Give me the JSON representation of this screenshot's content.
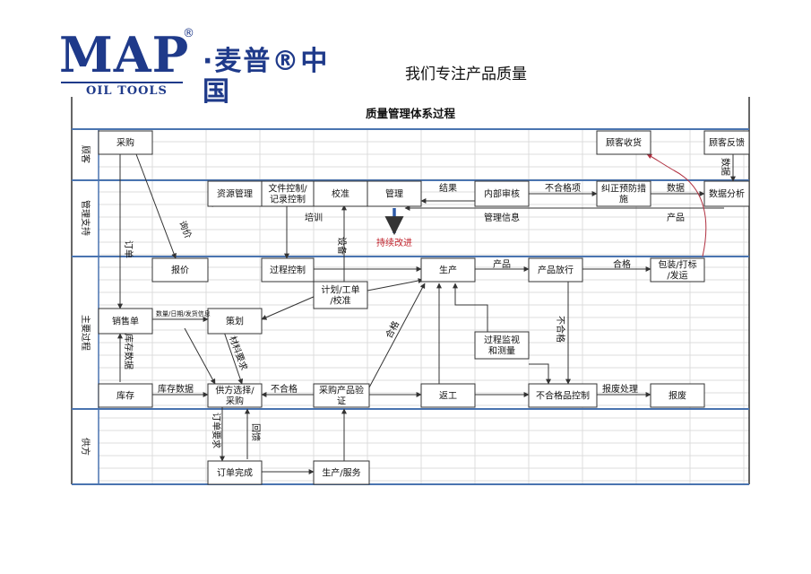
{
  "header": {
    "logo_text": "MAP",
    "logo_registered": "®",
    "logo_subtitle": "OIL TOOLS",
    "logo_chinese": "·麦普®中国",
    "slogan": "我们专注产品质量"
  },
  "diagram": {
    "title": "质量管理体系过程",
    "lanes": [
      "顾客",
      "管理支持",
      "主要过程",
      "供方"
    ],
    "nodes": {
      "purchase": "采购",
      "customer_receive": "顾客收货",
      "customer_feedback": "顾客反馈",
      "resource_mgmt": "资源管理",
      "doc_control": "文件控制/记录控制",
      "calibration": "校准",
      "management": "管理",
      "internal_audit": "内部审核",
      "corrective": "纠正预防措施",
      "data_analysis": "数据分析",
      "quote": "报价",
      "process_control": "过程控制",
      "production": "生产",
      "product_release": "产品放行",
      "pack_ship": "包装/打标/发运",
      "plan": "计划/工单/校准",
      "sales_order": "销售单",
      "strategy": "策划",
      "monitor": "过程监视和测量",
      "inventory": "库存",
      "supplier_select": "供方选择/采购",
      "purchase_verify": "采购产品验证",
      "rework": "返工",
      "nonconform_ctrl": "不合格品控制",
      "scrap": "报废",
      "order_complete": "订单完成",
      "supplier_production": "生产/服务"
    },
    "labels": {
      "inquiry": "询价",
      "order": "订单",
      "training": "培训",
      "equipment": "设备",
      "continuous_improve": "持续改进",
      "result": "结果",
      "nonconform_item": "不合格项",
      "mgmt_info": "管理信息",
      "data_up": "数据",
      "data_feedback": "数据",
      "product_up": "产品",
      "product_flow": "产品",
      "pass": "合格",
      "fail_release": "不合格",
      "qty_date": "数量/日期/发货信息",
      "material_req": "材料要求",
      "inventory_data": "库存数据",
      "inventory_data2": "库存数据",
      "fail_verify": "不合格",
      "qualified": "合格",
      "order_req": "订单要求",
      "receipt": "回馈",
      "scrap_handle": "报废处理"
    }
  }
}
